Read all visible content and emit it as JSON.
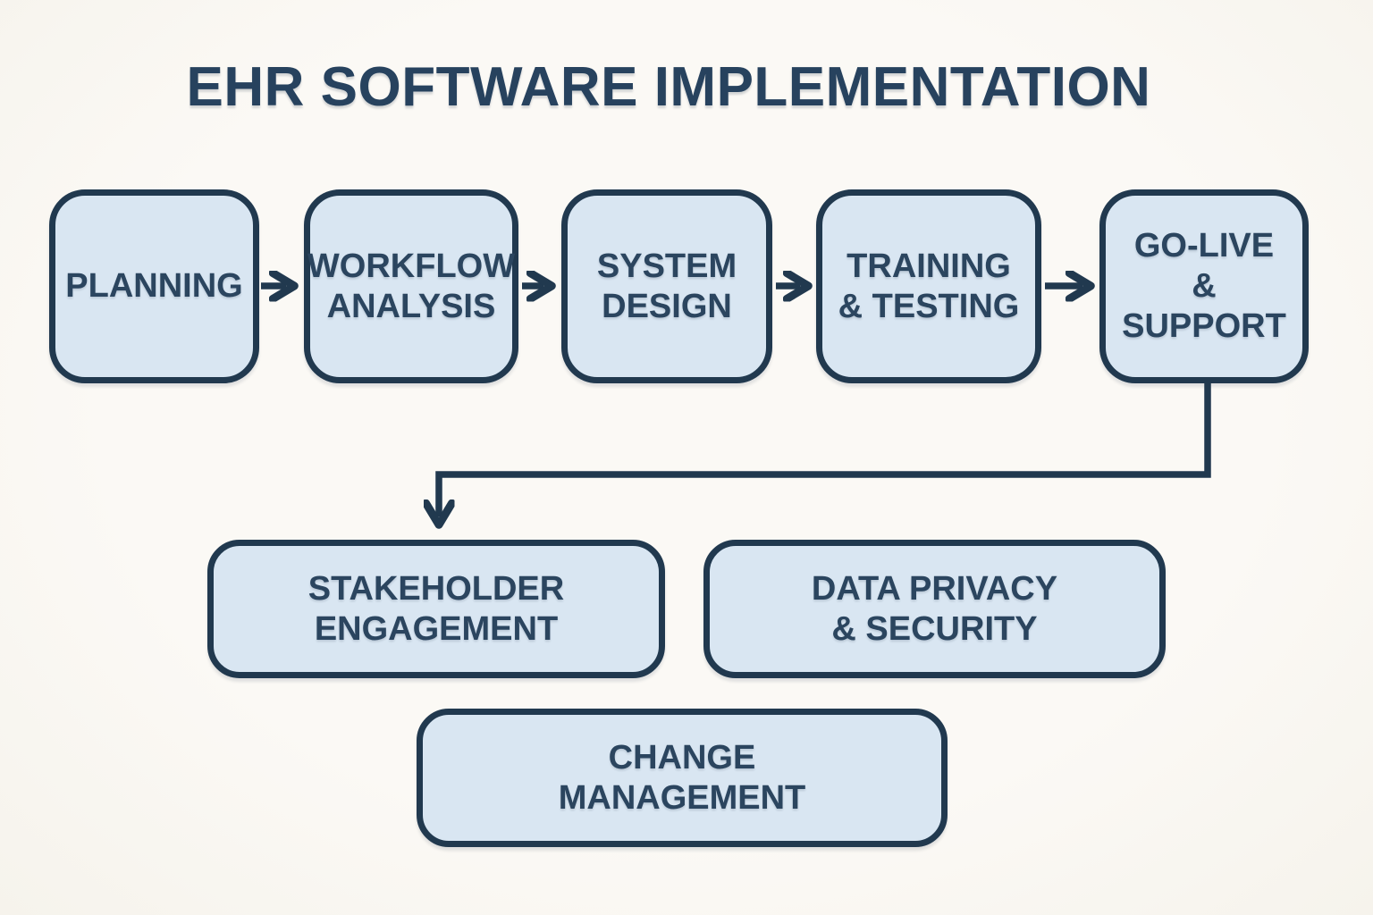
{
  "title": "EHR SOFTWARE IMPLEMENTATION",
  "colors": {
    "background": "#faf8f3",
    "node_fill": "#d9e6f2",
    "node_border": "#21394f",
    "node_text": "#2b455f",
    "title_text": "#27425e",
    "arrow": "#21394f"
  },
  "diagram": {
    "flow_nodes": [
      {
        "id": "planning",
        "label": "PLANNING"
      },
      {
        "id": "workflow-analysis",
        "label": "WORKFLOW\nANALYSIS"
      },
      {
        "id": "system-design",
        "label": "SYSTEM\nDESIGN"
      },
      {
        "id": "training-testing",
        "label": "TRAINING\n& TESTING"
      },
      {
        "id": "go-live-support",
        "label": "GO-LIVE\n& SUPPORT"
      }
    ],
    "support_nodes": [
      {
        "id": "stakeholder-engagement",
        "label": "STAKEHOLDER\nENGAGEMENT"
      },
      {
        "id": "data-privacy-security",
        "label": "DATA PRIVACY\n& SECURITY"
      },
      {
        "id": "change-management",
        "label": "CHANGE\nMANAGEMENT"
      }
    ],
    "connections": [
      {
        "from": "planning",
        "to": "workflow-analysis",
        "style": "straight-right"
      },
      {
        "from": "workflow-analysis",
        "to": "system-design",
        "style": "straight-right"
      },
      {
        "from": "system-design",
        "to": "training-testing",
        "style": "straight-right"
      },
      {
        "from": "training-testing",
        "to": "go-live-support",
        "style": "straight-right"
      },
      {
        "from": "go-live-support",
        "to": "stakeholder-engagement",
        "style": "elbow-down-left-down"
      }
    ]
  }
}
